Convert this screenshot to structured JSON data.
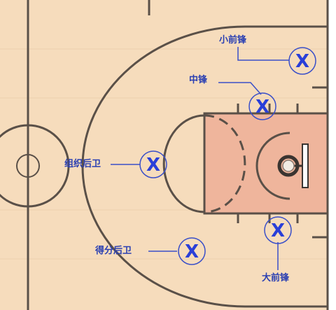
{
  "labels": {
    "small_forward": "小前锋",
    "center": "中锋",
    "point_guard": "组织后卫",
    "shooting_guard": "得分后卫",
    "power_forward": "大前锋"
  },
  "marker_symbol": "X",
  "colors": {
    "court_floor": "#f6dcbc",
    "paint": "#efb59c",
    "court_line": "#5a5048",
    "player_marker": "#2a3fd8",
    "label_text": "#2a3fb2"
  }
}
